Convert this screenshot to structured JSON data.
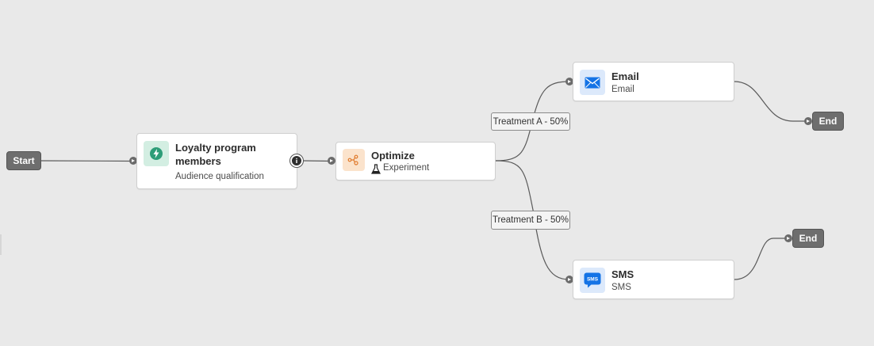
{
  "nodes": {
    "start": {
      "label": "Start"
    },
    "loyalty": {
      "title": "Loyalty program members",
      "subtitle": "Audience qualification",
      "icon": "lightning-bolt-icon"
    },
    "optimize": {
      "title": "Optimize",
      "subtitle": "Experiment",
      "icon": "optimize-icon",
      "subtitle_icon": "flask-icon"
    },
    "email": {
      "title": "Email",
      "subtitle": "Email",
      "icon": "envelope-icon"
    },
    "sms": {
      "title": "SMS",
      "subtitle": "SMS",
      "icon": "sms-icon",
      "icon_text": "SMS"
    },
    "end_email": {
      "label": "End"
    },
    "end_sms": {
      "label": "End"
    }
  },
  "branches": {
    "treatment_a": "Treatment A - 50%",
    "treatment_b": "Treatment B - 50%"
  },
  "colors": {
    "canvas": "#e9e9e9",
    "pill": "#6e6e6e",
    "audience_icon_bg": "#d3eee2",
    "audience_icon": "#2d9d78",
    "optimize_icon_bg": "#fbe3cc",
    "optimize_icon": "#e07a2c",
    "channel_icon_bg": "#dce9fb",
    "channel_icon": "#1473e6"
  }
}
